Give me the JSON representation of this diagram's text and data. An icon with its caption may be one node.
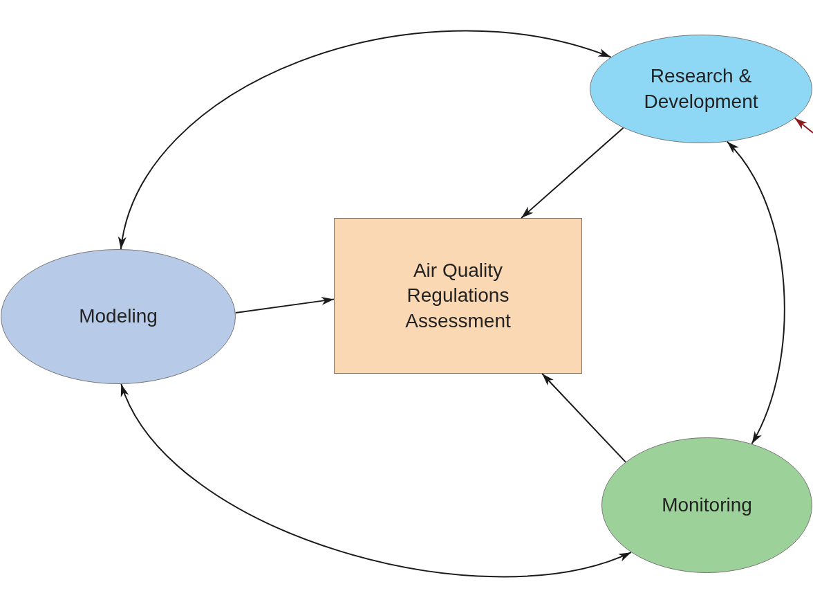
{
  "diagram": {
    "nodes": [
      {
        "text": [
          "Research & Development"
        ]
      },
      {
        "text": [
          "Modeling"
        ]
      },
      {
        "text": [
          "Air Quality Regulations Assessment"
        ]
      },
      {
        "text": [
          "Monitoring"
        ]
      }
    ],
    "edges": [
      {
        "from": 1,
        "to": 0,
        "arrow": "both"
      },
      {
        "from": 0,
        "to": 2,
        "arrow": "to"
      },
      {
        "from": 1,
        "to": 2,
        "arrow": "to"
      },
      {
        "from": 3,
        "to": 2,
        "arrow": "to"
      },
      {
        "from": 0,
        "to": 3,
        "arrow": "both"
      },
      {
        "from": 1,
        "to": 3,
        "arrow": "both"
      },
      {
        "from": null,
        "to": 0,
        "arrow": "to",
        "color": "#8b1a1a"
      }
    ]
  }
}
